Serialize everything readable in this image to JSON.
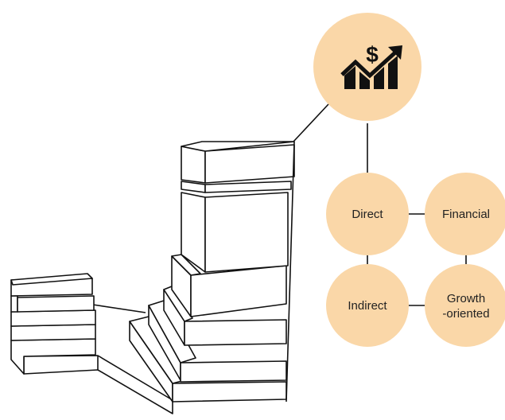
{
  "icon": {
    "name": "dollar-growth-chart-icon",
    "glyph": "$"
  },
  "nodes": {
    "direct": "Direct",
    "financial": "Financial",
    "indirect": "Indirect",
    "growth_line1": "Growth",
    "growth_line2": "-oriented"
  },
  "colors": {
    "circle_fill": "#FAD7A8",
    "stroke": "#111111",
    "icon": "#111111"
  }
}
